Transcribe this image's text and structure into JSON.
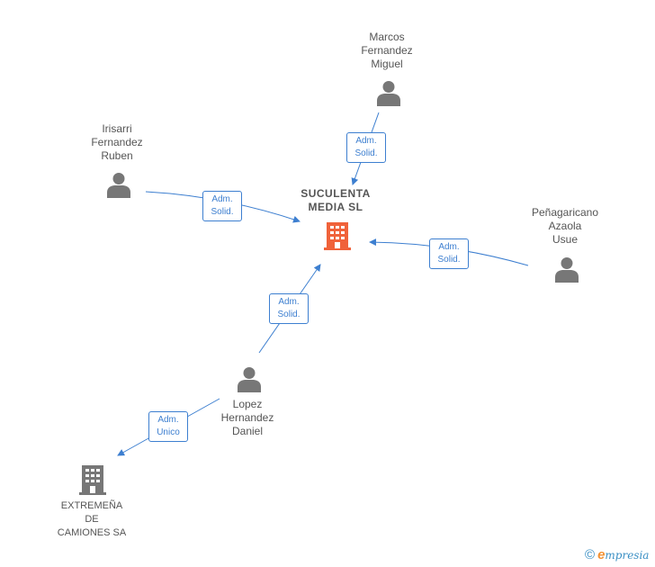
{
  "center": {
    "name": "SUCULENTA\nMEDIA  SL",
    "color": "#f0623a"
  },
  "people": [
    {
      "id": "marcos",
      "name": "Marcos\nFernandez\nMiguel"
    },
    {
      "id": "irisarri",
      "name": "Irisarri\nFernandez\nRuben"
    },
    {
      "id": "penagaricano",
      "name": "Peñagaricano\nAzaola\nUsue"
    },
    {
      "id": "lopez",
      "name": "Lopez\nHernandez\nDaniel"
    }
  ],
  "companies": [
    {
      "id": "extremena",
      "name": "EXTREMEÑA\nDE\nCAMIONES SA"
    }
  ],
  "relations": [
    {
      "id": "r1",
      "label": "Adm.\nSolid."
    },
    {
      "id": "r2",
      "label": "Adm.\nSolid."
    },
    {
      "id": "r3",
      "label": "Adm.\nSolid."
    },
    {
      "id": "r4",
      "label": "Adm.\nSolid."
    },
    {
      "id": "r5",
      "label": "Adm.\nUnico"
    }
  ],
  "colors": {
    "edge": "#3d7fd0",
    "person_icon": "#777777",
    "company_icon": "#777777",
    "text": "#555555"
  },
  "brand": {
    "copyright": "©",
    "initial": "e",
    "name": "mpresia"
  }
}
